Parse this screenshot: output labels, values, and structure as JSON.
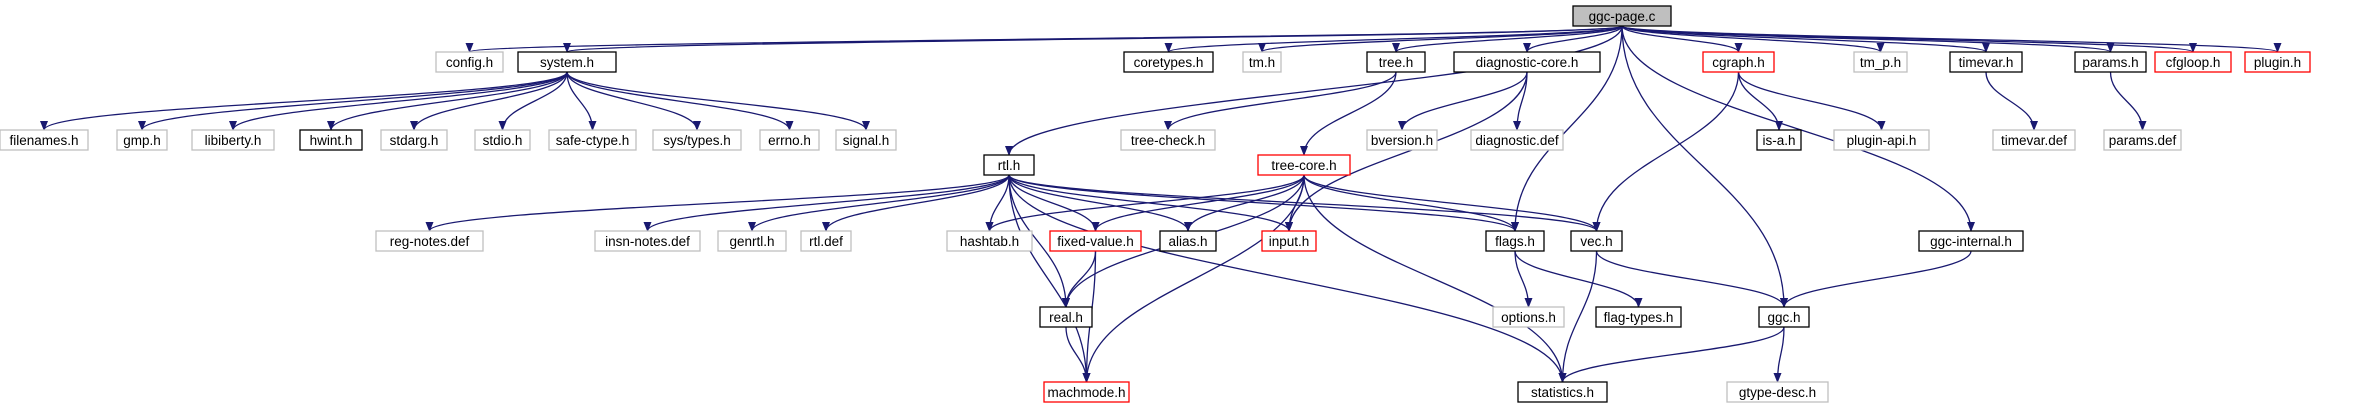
{
  "title": "ggc-page.c",
  "colors": {
    "edge": "#191970",
    "border_default": "#000000",
    "border_missing": "#bfbfbf",
    "border_truncated": "#ff0000",
    "root_fill": "#bfbfbf"
  },
  "nodes": {
    "root": {
      "label": "ggc-page.c",
      "kind": "root"
    },
    "config": {
      "label": "config.h",
      "kind": "missing"
    },
    "system": {
      "label": "system.h",
      "kind": "normal"
    },
    "coretypes": {
      "label": "coretypes.h",
      "kind": "normal"
    },
    "tm": {
      "label": "tm.h",
      "kind": "missing"
    },
    "tree": {
      "label": "tree.h",
      "kind": "normal"
    },
    "diagcore": {
      "label": "diagnostic-core.h",
      "kind": "normal"
    },
    "cgraph": {
      "label": "cgraph.h",
      "kind": "truncated"
    },
    "tm_p": {
      "label": "tm_p.h",
      "kind": "missing"
    },
    "timevar": {
      "label": "timevar.h",
      "kind": "normal"
    },
    "params": {
      "label": "params.h",
      "kind": "normal"
    },
    "cfgloop": {
      "label": "cfgloop.h",
      "kind": "truncated"
    },
    "plugin": {
      "label": "plugin.h",
      "kind": "truncated"
    },
    "filenames": {
      "label": "filenames.h",
      "kind": "missing"
    },
    "gmp": {
      "label": "gmp.h",
      "kind": "missing"
    },
    "libiberty": {
      "label": "libiberty.h",
      "kind": "missing"
    },
    "hwint": {
      "label": "hwint.h",
      "kind": "normal"
    },
    "stdarg": {
      "label": "stdarg.h",
      "kind": "missing"
    },
    "stdio": {
      "label": "stdio.h",
      "kind": "missing"
    },
    "safectype": {
      "label": "safe-ctype.h",
      "kind": "missing"
    },
    "systypes": {
      "label": "sys/types.h",
      "kind": "missing"
    },
    "errno": {
      "label": "errno.h",
      "kind": "missing"
    },
    "signal": {
      "label": "signal.h",
      "kind": "missing"
    },
    "rtl": {
      "label": "rtl.h",
      "kind": "normal"
    },
    "treecheck": {
      "label": "tree-check.h",
      "kind": "missing"
    },
    "treecore": {
      "label": "tree-core.h",
      "kind": "truncated"
    },
    "bversion": {
      "label": "bversion.h",
      "kind": "missing"
    },
    "diagdef": {
      "label": "diagnostic.def",
      "kind": "missing"
    },
    "isa": {
      "label": "is-a.h",
      "kind": "normal"
    },
    "pluginapi": {
      "label": "plugin-api.h",
      "kind": "missing"
    },
    "timevardef": {
      "label": "timevar.def",
      "kind": "missing"
    },
    "paramsdef": {
      "label": "params.def",
      "kind": "missing"
    },
    "regnotes": {
      "label": "reg-notes.def",
      "kind": "missing"
    },
    "insnnotes": {
      "label": "insn-notes.def",
      "kind": "missing"
    },
    "genrtl": {
      "label": "genrtl.h",
      "kind": "missing"
    },
    "rtldef": {
      "label": "rtl.def",
      "kind": "missing"
    },
    "hashtab": {
      "label": "hashtab.h",
      "kind": "missing"
    },
    "fixedvalue": {
      "label": "fixed-value.h",
      "kind": "truncated"
    },
    "alias": {
      "label": "alias.h",
      "kind": "normal"
    },
    "input": {
      "label": "input.h",
      "kind": "truncated"
    },
    "flags": {
      "label": "flags.h",
      "kind": "normal"
    },
    "vec": {
      "label": "vec.h",
      "kind": "normal"
    },
    "ggcinternal": {
      "label": "ggc-internal.h",
      "kind": "normal"
    },
    "real": {
      "label": "real.h",
      "kind": "normal"
    },
    "options": {
      "label": "options.h",
      "kind": "missing"
    },
    "flagtypes": {
      "label": "flag-types.h",
      "kind": "normal"
    },
    "ggc": {
      "label": "ggc.h",
      "kind": "normal"
    },
    "machmode": {
      "label": "machmode.h",
      "kind": "truncated"
    },
    "statistics": {
      "label": "statistics.h",
      "kind": "normal"
    },
    "gtypedesc": {
      "label": "gtype-desc.h",
      "kind": "missing"
    }
  },
  "edges": [
    [
      "root",
      "config"
    ],
    [
      "root",
      "system"
    ],
    [
      "root",
      "coretypes"
    ],
    [
      "root",
      "tm"
    ],
    [
      "root",
      "tree"
    ],
    [
      "root",
      "diagcore"
    ],
    [
      "root",
      "cgraph"
    ],
    [
      "root",
      "tm_p"
    ],
    [
      "root",
      "timevar"
    ],
    [
      "root",
      "params"
    ],
    [
      "root",
      "cfgloop"
    ],
    [
      "root",
      "plugin"
    ],
    [
      "root",
      "rtl"
    ],
    [
      "root",
      "flags"
    ],
    [
      "root",
      "ggcinternal"
    ],
    [
      "root",
      "ggc"
    ],
    [
      "system",
      "filenames"
    ],
    [
      "system",
      "gmp"
    ],
    [
      "system",
      "libiberty"
    ],
    [
      "system",
      "hwint"
    ],
    [
      "system",
      "stdarg"
    ],
    [
      "system",
      "stdio"
    ],
    [
      "system",
      "safectype"
    ],
    [
      "system",
      "systypes"
    ],
    [
      "system",
      "errno"
    ],
    [
      "system",
      "signal"
    ],
    [
      "tree",
      "treecheck"
    ],
    [
      "tree",
      "treecore"
    ],
    [
      "diagcore",
      "bversion"
    ],
    [
      "diagcore",
      "diagdef"
    ],
    [
      "diagcore",
      "input"
    ],
    [
      "cgraph",
      "isa"
    ],
    [
      "cgraph",
      "pluginapi"
    ],
    [
      "cgraph",
      "vec"
    ],
    [
      "timevar",
      "timevardef"
    ],
    [
      "params",
      "paramsdef"
    ],
    [
      "rtl",
      "regnotes"
    ],
    [
      "rtl",
      "insnnotes"
    ],
    [
      "rtl",
      "genrtl"
    ],
    [
      "rtl",
      "rtldef"
    ],
    [
      "rtl",
      "hashtab"
    ],
    [
      "rtl",
      "fixedvalue"
    ],
    [
      "rtl",
      "alias"
    ],
    [
      "rtl",
      "input"
    ],
    [
      "rtl",
      "flags"
    ],
    [
      "rtl",
      "vec"
    ],
    [
      "rtl",
      "real"
    ],
    [
      "rtl",
      "machmode"
    ],
    [
      "rtl",
      "statistics"
    ],
    [
      "treecore",
      "hashtab"
    ],
    [
      "treecore",
      "fixedvalue"
    ],
    [
      "treecore",
      "alias"
    ],
    [
      "treecore",
      "input"
    ],
    [
      "treecore",
      "flags"
    ],
    [
      "treecore",
      "vec"
    ],
    [
      "treecore",
      "real"
    ],
    [
      "treecore",
      "machmode"
    ],
    [
      "treecore",
      "statistics"
    ],
    [
      "fixedvalue",
      "real"
    ],
    [
      "fixedvalue",
      "machmode"
    ],
    [
      "real",
      "machmode"
    ],
    [
      "flags",
      "options"
    ],
    [
      "flags",
      "flagtypes"
    ],
    [
      "vec",
      "ggc"
    ],
    [
      "vec",
      "statistics"
    ],
    [
      "ggcinternal",
      "ggc"
    ],
    [
      "ggc",
      "statistics"
    ],
    [
      "ggc",
      "gtypedesc"
    ]
  ]
}
